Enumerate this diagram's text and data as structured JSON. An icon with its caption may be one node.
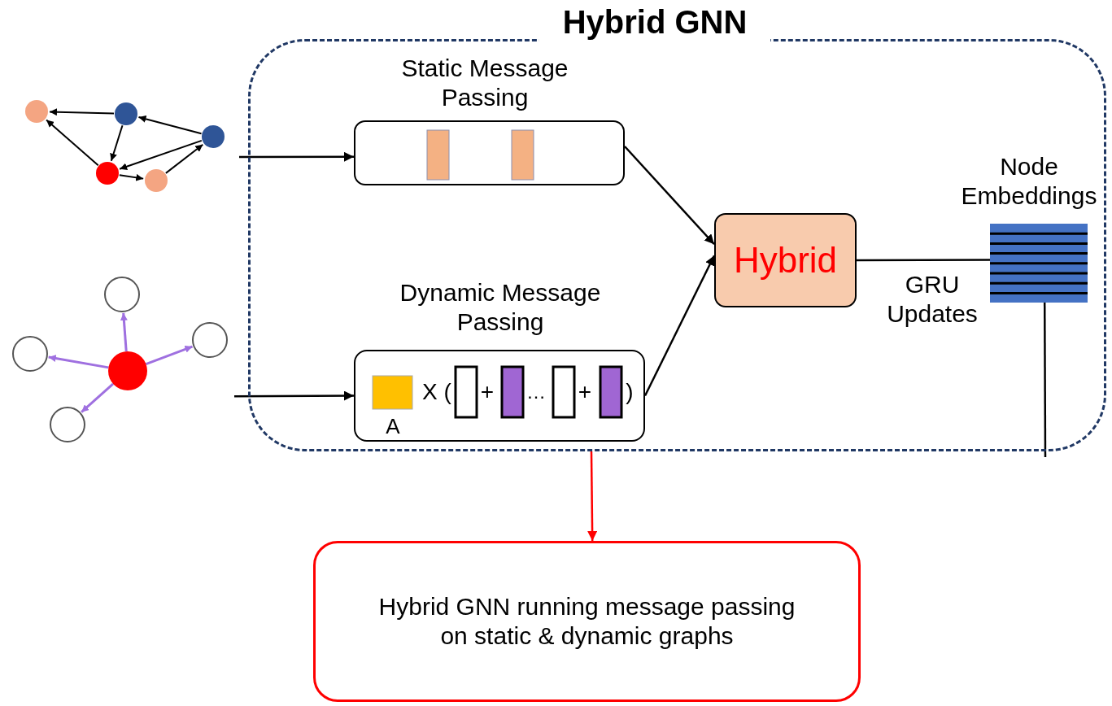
{
  "diagram": {
    "nodes": [
      {
        "text": [
          "Hybrid GNN"
        ]
      },
      {
        "text": [],
        "shape": "picture"
      },
      {
        "text": [],
        "shape": "picture"
      },
      {
        "text": [
          "Static Message Passing"
        ],
        "in": 0
      },
      {
        "text": [
          "Dynamic Message Passing",
          "A",
          "X (",
          "+",
          "…",
          "+",
          ")"
        ],
        "in": 0
      },
      {
        "text": [
          "Hybrid"
        ],
        "in": 0
      },
      {
        "text": [
          "Node Embeddings"
        ],
        "in": 0
      },
      {
        "text": [
          "Hybrid GNN running message passing on static & dynamic graphs"
        ]
      }
    ],
    "edges": [
      {
        "from": 1,
        "to": 3,
        "arrow": "to"
      },
      {
        "from": 2,
        "to": 4,
        "arrow": "to"
      },
      {
        "from": 3,
        "to": 5,
        "arrow": "to"
      },
      {
        "from": 4,
        "to": 5,
        "arrow": "to"
      },
      {
        "from": 5,
        "to": 6,
        "arrow": "none",
        "label": "GRU Updates"
      },
      {
        "from": 6,
        "to": null,
        "arrow": "none"
      },
      {
        "from": 0,
        "to": 7,
        "arrow": "to",
        "color": "#ff0000"
      }
    ]
  }
}
